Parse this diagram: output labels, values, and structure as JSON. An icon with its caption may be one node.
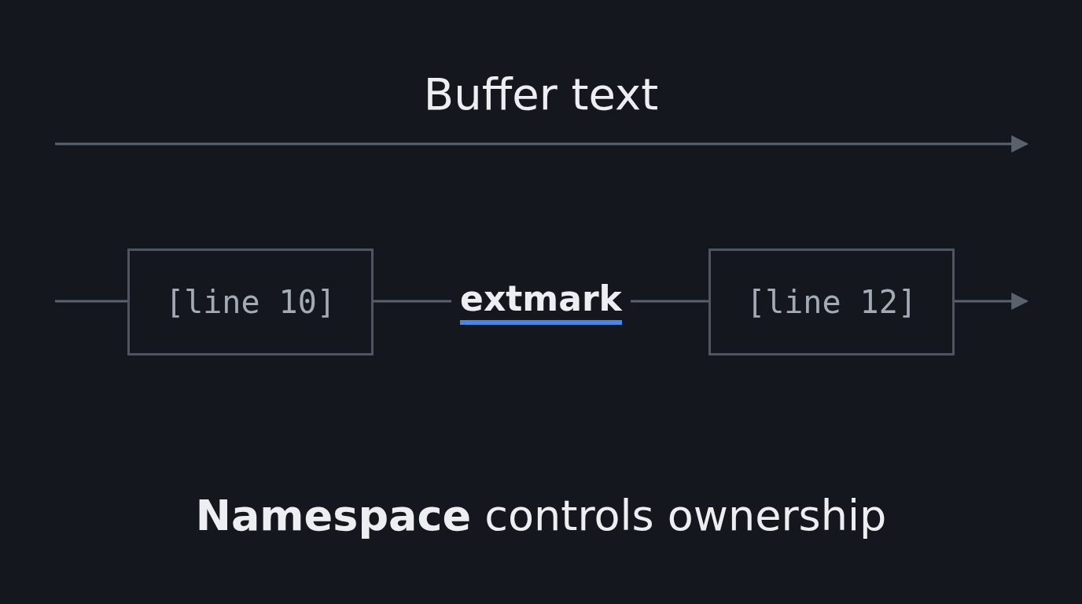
{
  "diagram": {
    "title": "Buffer text",
    "caption": "**Namespace** controls ownership",
    "nodes": [
      {
        "text": [
          "[line 10]"
        ]
      },
      {
        "text": [
          "extmark"
        ]
      },
      {
        "text": [
          "[line 12]"
        ]
      }
    ],
    "edges": [
      {
        "from": null,
        "to": 0,
        "arrow": "none"
      },
      {
        "from": 0,
        "to": 1,
        "arrow": "none"
      },
      {
        "from": 1,
        "to": 2,
        "arrow": "none"
      },
      {
        "from": 2,
        "to": null,
        "arrow": "to"
      }
    ]
  }
}
